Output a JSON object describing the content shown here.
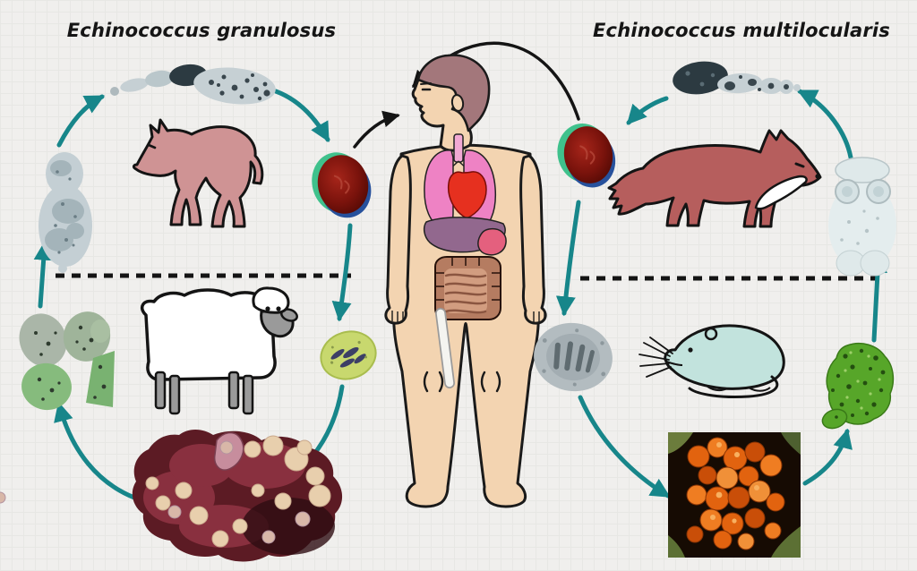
{
  "titles": {
    "left": "Echinococcus granulosus",
    "right": "Echinococcus multilocularis"
  },
  "colors": {
    "bg": "#f0efed",
    "grid": "#e7e7e4",
    "text": "#151515",
    "teal": "#17868a",
    "black": "#141414",
    "dog": "#cf9394",
    "fox": "#b65e5d",
    "foxbib": "#ffffff",
    "sheep": "#ffffff",
    "sheepgray": "#9a9a9a",
    "rodent": "#c2e3dd",
    "skin": "#f3d4b1",
    "hair": "#a3777b",
    "lung": "#ee82c4",
    "heart": "#e6301f",
    "liver": "#92688e",
    "stomach": "#e4607e",
    "intestine": "#b57c61",
    "intestineinner": "#d29d80",
    "worm": "#c6d0d4",
    "wormdark": "#2c3a41",
    "eggredlight": "#a6251a",
    "eggred": "#7a130c",
    "eggreddark": "#540a05",
    "eggrim": "#3fc18c",
    "eggblue": "#27519c",
    "egggray": "#b3bcc0",
    "eggyellow": "#c8d86e",
    "clustergray": "#aab6a8",
    "clustergreen": "#86bb7d",
    "cystdark": "#5c1b24",
    "cystred": "#8e3342",
    "cystcream": "#e8cfad",
    "lesionbg": "#160b03",
    "lesionorange": "#e2630f",
    "metagreen": "#57a629",
    "pale": "#dfe9ea"
  },
  "figures": {
    "left_cycle": [
      "adult-tapeworm",
      "dog",
      "protoscolex",
      "protoscolices-cluster",
      "sheep",
      "hydatid-cyst-organ",
      "parasite-egg",
      "embryonated-egg"
    ],
    "center": [
      "human-with-organs"
    ],
    "right_cycle": [
      "adult-tapeworm",
      "fox",
      "protoscolex",
      "taeniid-egg",
      "rodent",
      "alveolar-lesion",
      "parasite-egg",
      "metacestode-tissue"
    ]
  }
}
